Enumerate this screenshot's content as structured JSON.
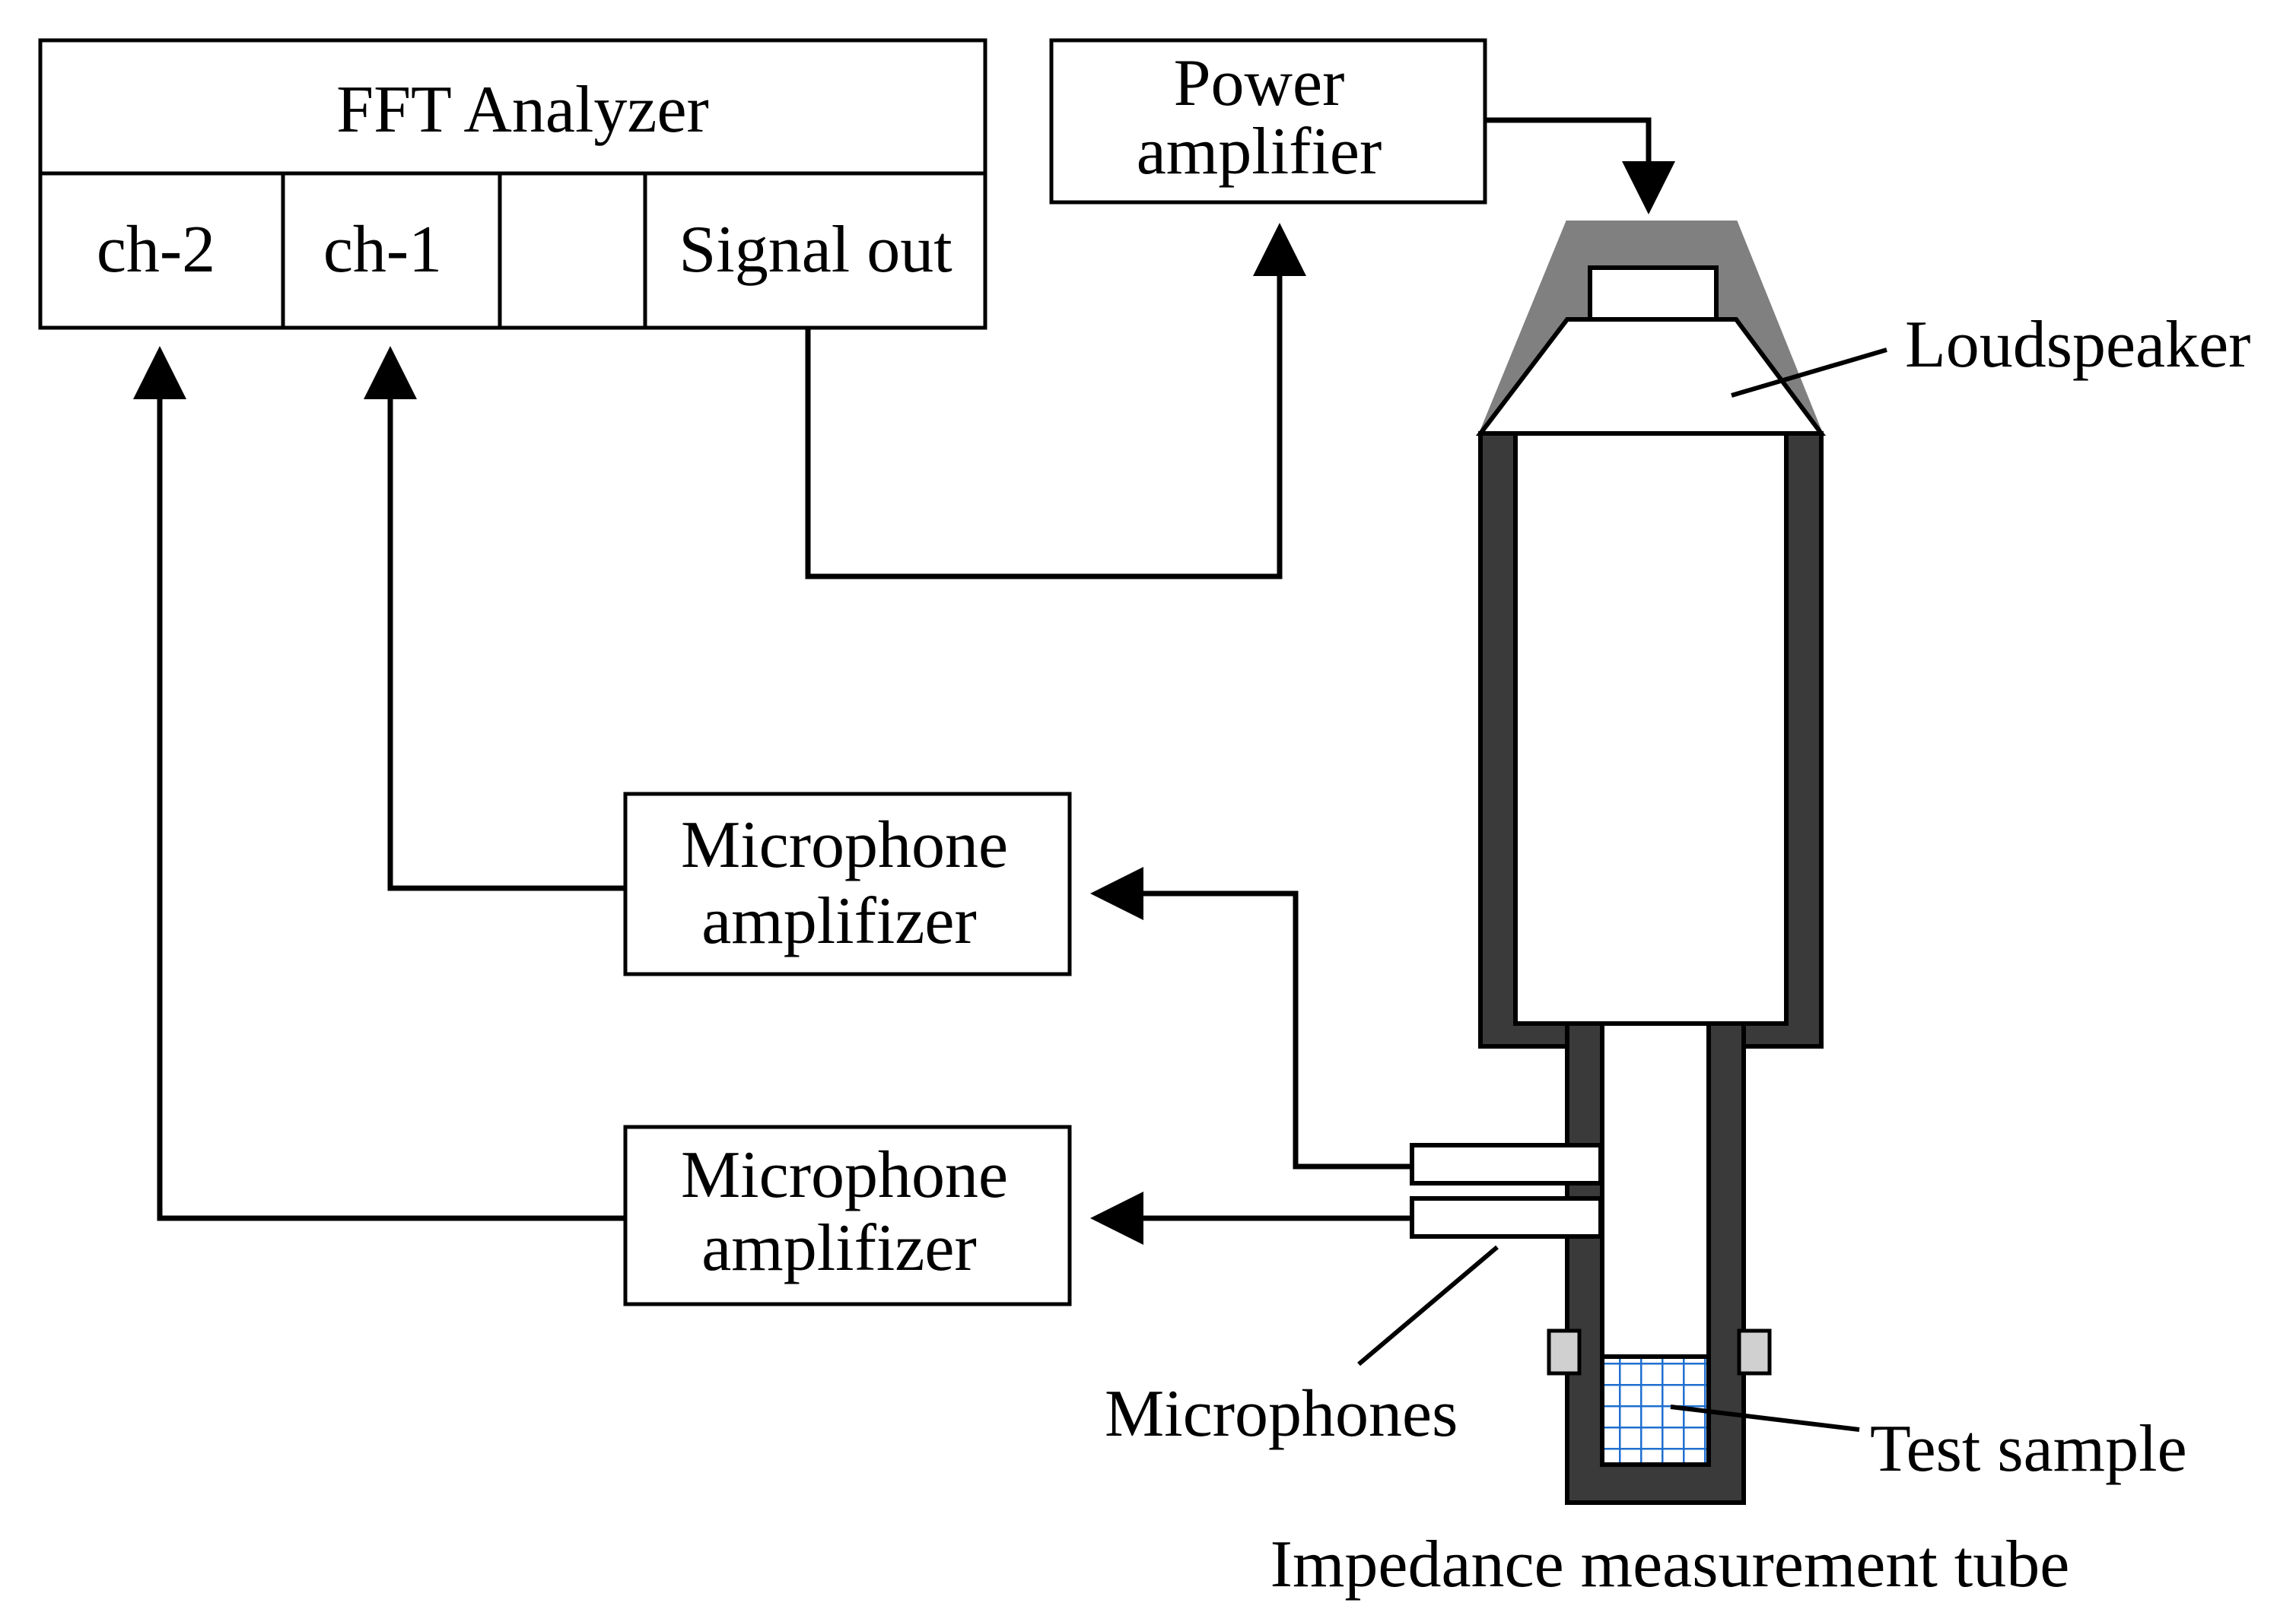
{
  "fft_analyzer": {
    "title": "FFT Analyzer",
    "ch2": "ch-2",
    "ch1": "ch-1",
    "signal_out": "Signal out"
  },
  "power_amplifier": {
    "line1": "Power",
    "line2": "amplifier"
  },
  "mic_amp_upper": {
    "line1": "Microphone",
    "line2": "amplifizer"
  },
  "mic_amp_lower": {
    "line1": "Microphone",
    "line2": "amplifizer"
  },
  "labels": {
    "loudspeaker": "Loudspeaker",
    "microphones": "Microphones",
    "test_sample": "Test sample",
    "tube": "Impedance measurement tube"
  },
  "colors": {
    "tube_wall": "#3a3a3a",
    "speaker_shell": "#808080",
    "mesh": "#1f6fd0",
    "background": "#ffffff"
  }
}
